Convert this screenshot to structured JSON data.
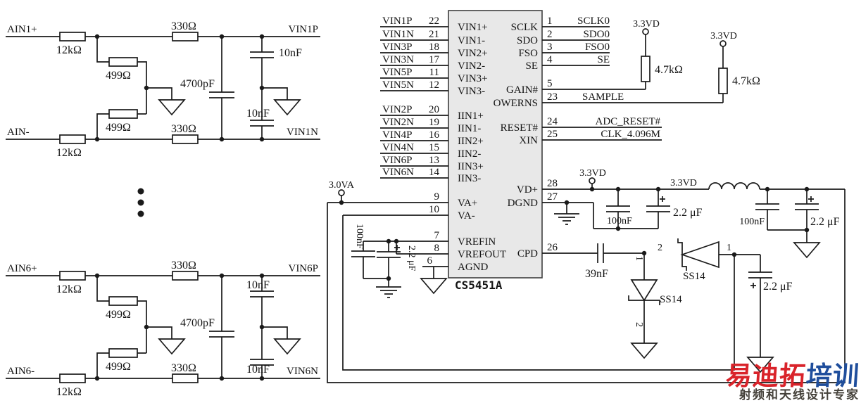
{
  "colors": {
    "line": "#1a1a1a",
    "chip_fill": "#e8e8e8",
    "brand_red": "#d9232a",
    "brand_blue": "#1f4e9c"
  },
  "filter_blocks": [
    {
      "in_p": "AIN1+",
      "in_n": "AIN-",
      "out_p": "VIN1P",
      "out_n": "VIN1N",
      "r_in_top": "12kΩ",
      "r_in_bot": "12kΩ",
      "r_out_top": "330Ω",
      "r_out_bot": "330Ω",
      "r_shunt_top": "499Ω",
      "r_shunt_bot": "499Ω",
      "c_diff": "4700pF",
      "c_top": "10nF",
      "c_bot": "10nF"
    },
    {
      "in_p": "AIN6+",
      "in_n": "AIN6-",
      "out_p": "VIN6P",
      "out_n": "VIN6N",
      "r_in_top": "12kΩ",
      "r_in_bot": "12kΩ",
      "r_out_top": "330Ω",
      "r_out_bot": "330Ω",
      "r_shunt_top": "499Ω",
      "r_shunt_bot": "499Ω",
      "c_diff": "4700pF",
      "c_top": "10nF",
      "c_bot": "10nF"
    }
  ],
  "chip": {
    "name": "CS5451A",
    "left_ports": [
      {
        "net": "VIN1P",
        "pin": "22",
        "label": "VIN1+"
      },
      {
        "net": "VIN1N",
        "pin": "21",
        "label": "VIN1-"
      },
      {
        "net": "VIN3P",
        "pin": "18",
        "label": "VIN2+"
      },
      {
        "net": "VIN3N",
        "pin": "17",
        "label": "VIN2-"
      },
      {
        "net": "VIN5P",
        "pin": "11",
        "label": "VIN3+"
      },
      {
        "net": "VIN5N",
        "pin": "12",
        "label": "VIN3-"
      },
      {
        "net": "VIN2P",
        "pin": "20",
        "label": "IIN1+"
      },
      {
        "net": "VIN2N",
        "pin": "19",
        "label": "IIN1-"
      },
      {
        "net": "VIN4P",
        "pin": "16",
        "label": "IIN2+"
      },
      {
        "net": "VIN4N",
        "pin": "15",
        "label": "IIN2-"
      },
      {
        "net": "VIN6P",
        "pin": "13",
        "label": "IIN3+"
      },
      {
        "net": "VIN6N",
        "pin": "14",
        "label": "IIN3-"
      }
    ],
    "analog_ports": [
      {
        "pin": "9",
        "label": "VA+"
      },
      {
        "pin": "10",
        "label": "VA-"
      },
      {
        "pin": "7",
        "label": "VREFIN"
      },
      {
        "pin": "8",
        "label": "VREFOUT"
      },
      {
        "pin": "6",
        "label": "AGND"
      }
    ],
    "serial_ports": [
      {
        "pin": "1",
        "label": "SCLK",
        "net": "SCLK0"
      },
      {
        "pin": "2",
        "label": "SDO",
        "net": "SDO0"
      },
      {
        "pin": "3",
        "label": "FSO",
        "net": "FSO0"
      },
      {
        "pin": "4",
        "label": "SE",
        "net": "SE"
      }
    ],
    "ctrl_ports": [
      {
        "pin": "5",
        "label": "GAIN#",
        "net": ""
      },
      {
        "pin": "23",
        "label": "OWERNS",
        "net": "SAMPLE"
      },
      {
        "pin": "24",
        "label": "RESET#",
        "net": "ADC_RESET#"
      },
      {
        "pin": "25",
        "label": "XIN",
        "net": "CLK_4.096M"
      }
    ],
    "power_ports": [
      {
        "pin": "28",
        "label": "VD+"
      },
      {
        "pin": "27",
        "label": "DGND"
      },
      {
        "pin": "26",
        "label": "CPD"
      }
    ]
  },
  "power": {
    "v33": "3.3VD",
    "v30": "3.0VA",
    "pullup_value": "4.7kΩ",
    "vref_c1": "100nF",
    "vref_c2": "2.2 μF",
    "dec_c1": "100nF",
    "dec_c2": "2.2 μF",
    "dec_c3": "100nF",
    "dec_c4": "2.2 μF",
    "cpd_cap": "39nF",
    "cpd_out_cap": "2.2 μF",
    "diode": "SS14",
    "d_pin1": "1",
    "d_pin2": "2"
  },
  "watermark": {
    "brand_red": "易迪拓",
    "brand_blue": "培训",
    "tagline": "射频和天线设计专家"
  }
}
